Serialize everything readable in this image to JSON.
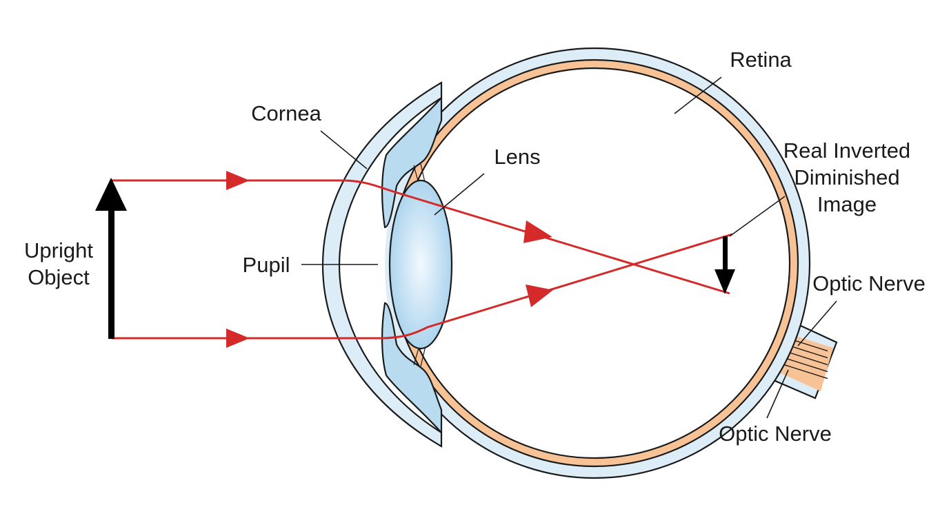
{
  "labels": {
    "retina": "Retina",
    "cornea": "Cornea",
    "lens": "Lens",
    "image": [
      "Real Inverted",
      "Diminished",
      "Image"
    ],
    "object": [
      "Upright",
      "Object"
    ],
    "pupil": "Pupil",
    "optic_nerve_upper": "Optic Nerve",
    "optic_nerve_lower": "Optic Nerve"
  },
  "colors": {
    "background": "#ffffff",
    "ray": "#d42a2a",
    "sclera": "#dcedf7",
    "retina": "#f7c396",
    "lens": "#bfe0f5",
    "outline": "#1a1a1a",
    "arrow": "#000000"
  },
  "icons": {
    "object_arrow": "upward-arrow",
    "image_arrow": "downward-arrow"
  }
}
